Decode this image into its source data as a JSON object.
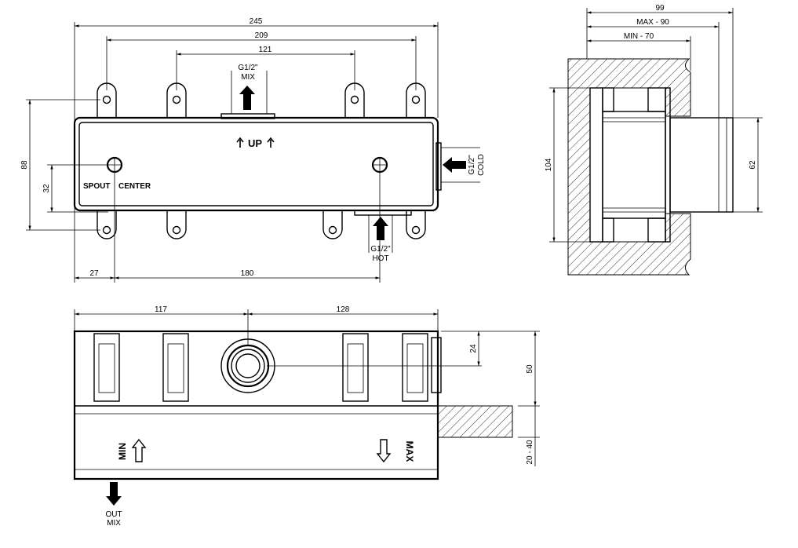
{
  "top_view": {
    "dim_overall_width": "245",
    "dim_lug_span": "209",
    "dim_inner_span": "121",
    "dim_height": "88",
    "dim_spout_offset": "32",
    "dim_left": "27",
    "dim_center": "180",
    "up_label": "UP",
    "spout_label": "SPOUT",
    "center_label": "CENTER",
    "mix_size": "G1/2\"",
    "mix_label": "MIX",
    "hot_size": "G1/2\"",
    "hot_label": "HOT",
    "cold_size": "G1/2\"",
    "cold_label": "COLD"
  },
  "side_view": {
    "dim_99": "99",
    "dim_max": "MAX - 90",
    "dim_min": "MIN - 70",
    "dim_104": "104",
    "dim_62": "62"
  },
  "front_view": {
    "dim_117": "117",
    "dim_128": "128",
    "dim_24": "24",
    "dim_50": "50",
    "dim_20_40": "20 - 40",
    "min_label": "MIN",
    "max_label": "MAX",
    "out_label": "OUT",
    "out_mix_label": "MIX"
  }
}
